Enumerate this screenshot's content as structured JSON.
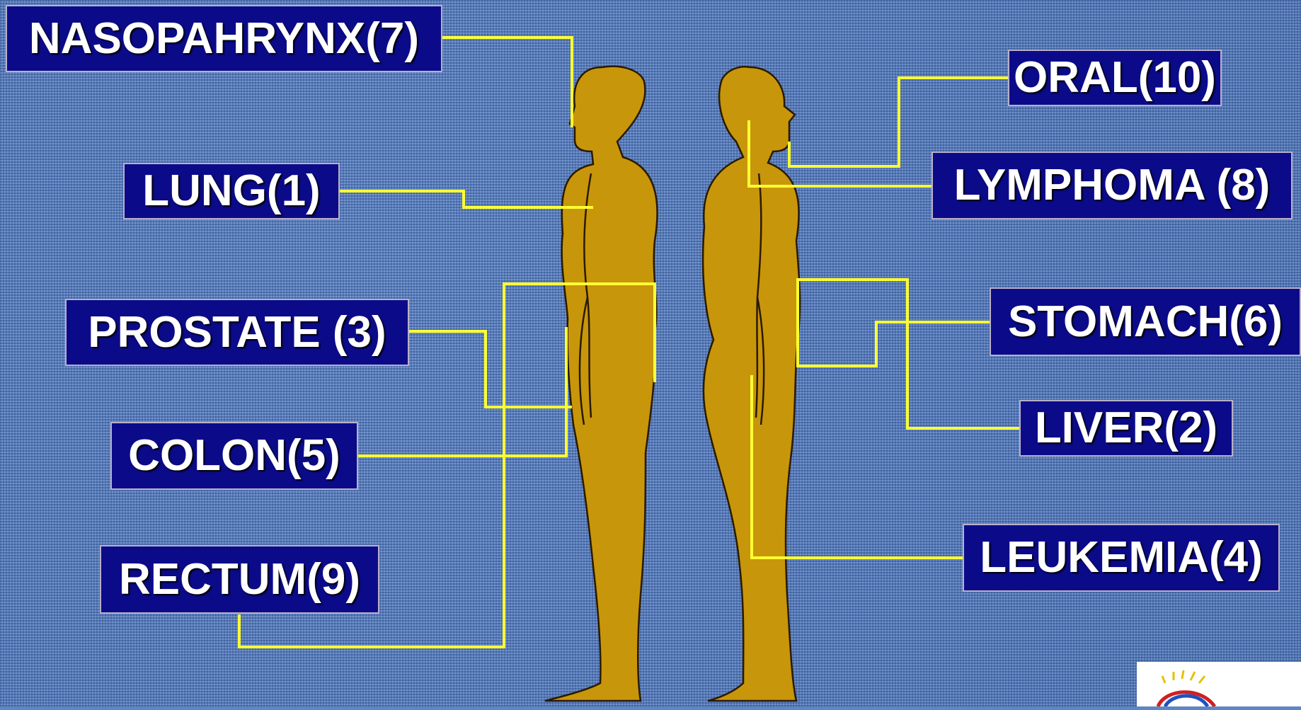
{
  "labels": {
    "nasopharynx": "NASOPAHRYNX(7)",
    "lung": "LUNG(1)",
    "prostate": "PROSTATE (3)",
    "colon": "COLON(5)",
    "rectum": "RECTUM(9)",
    "oral": "ORAL(10)",
    "lymphoma": "LYMPHOMA (8)",
    "stomach": "STOMACH(6)",
    "liver": "LIVER(2)",
    "leukemia": "LEUKEMIA(4)"
  },
  "colors": {
    "label_bg": "#0b0b8a",
    "label_text": "#ffffff",
    "connector": "#ffff33",
    "body_fill": "#c8960a",
    "background": "#5f86c4"
  }
}
